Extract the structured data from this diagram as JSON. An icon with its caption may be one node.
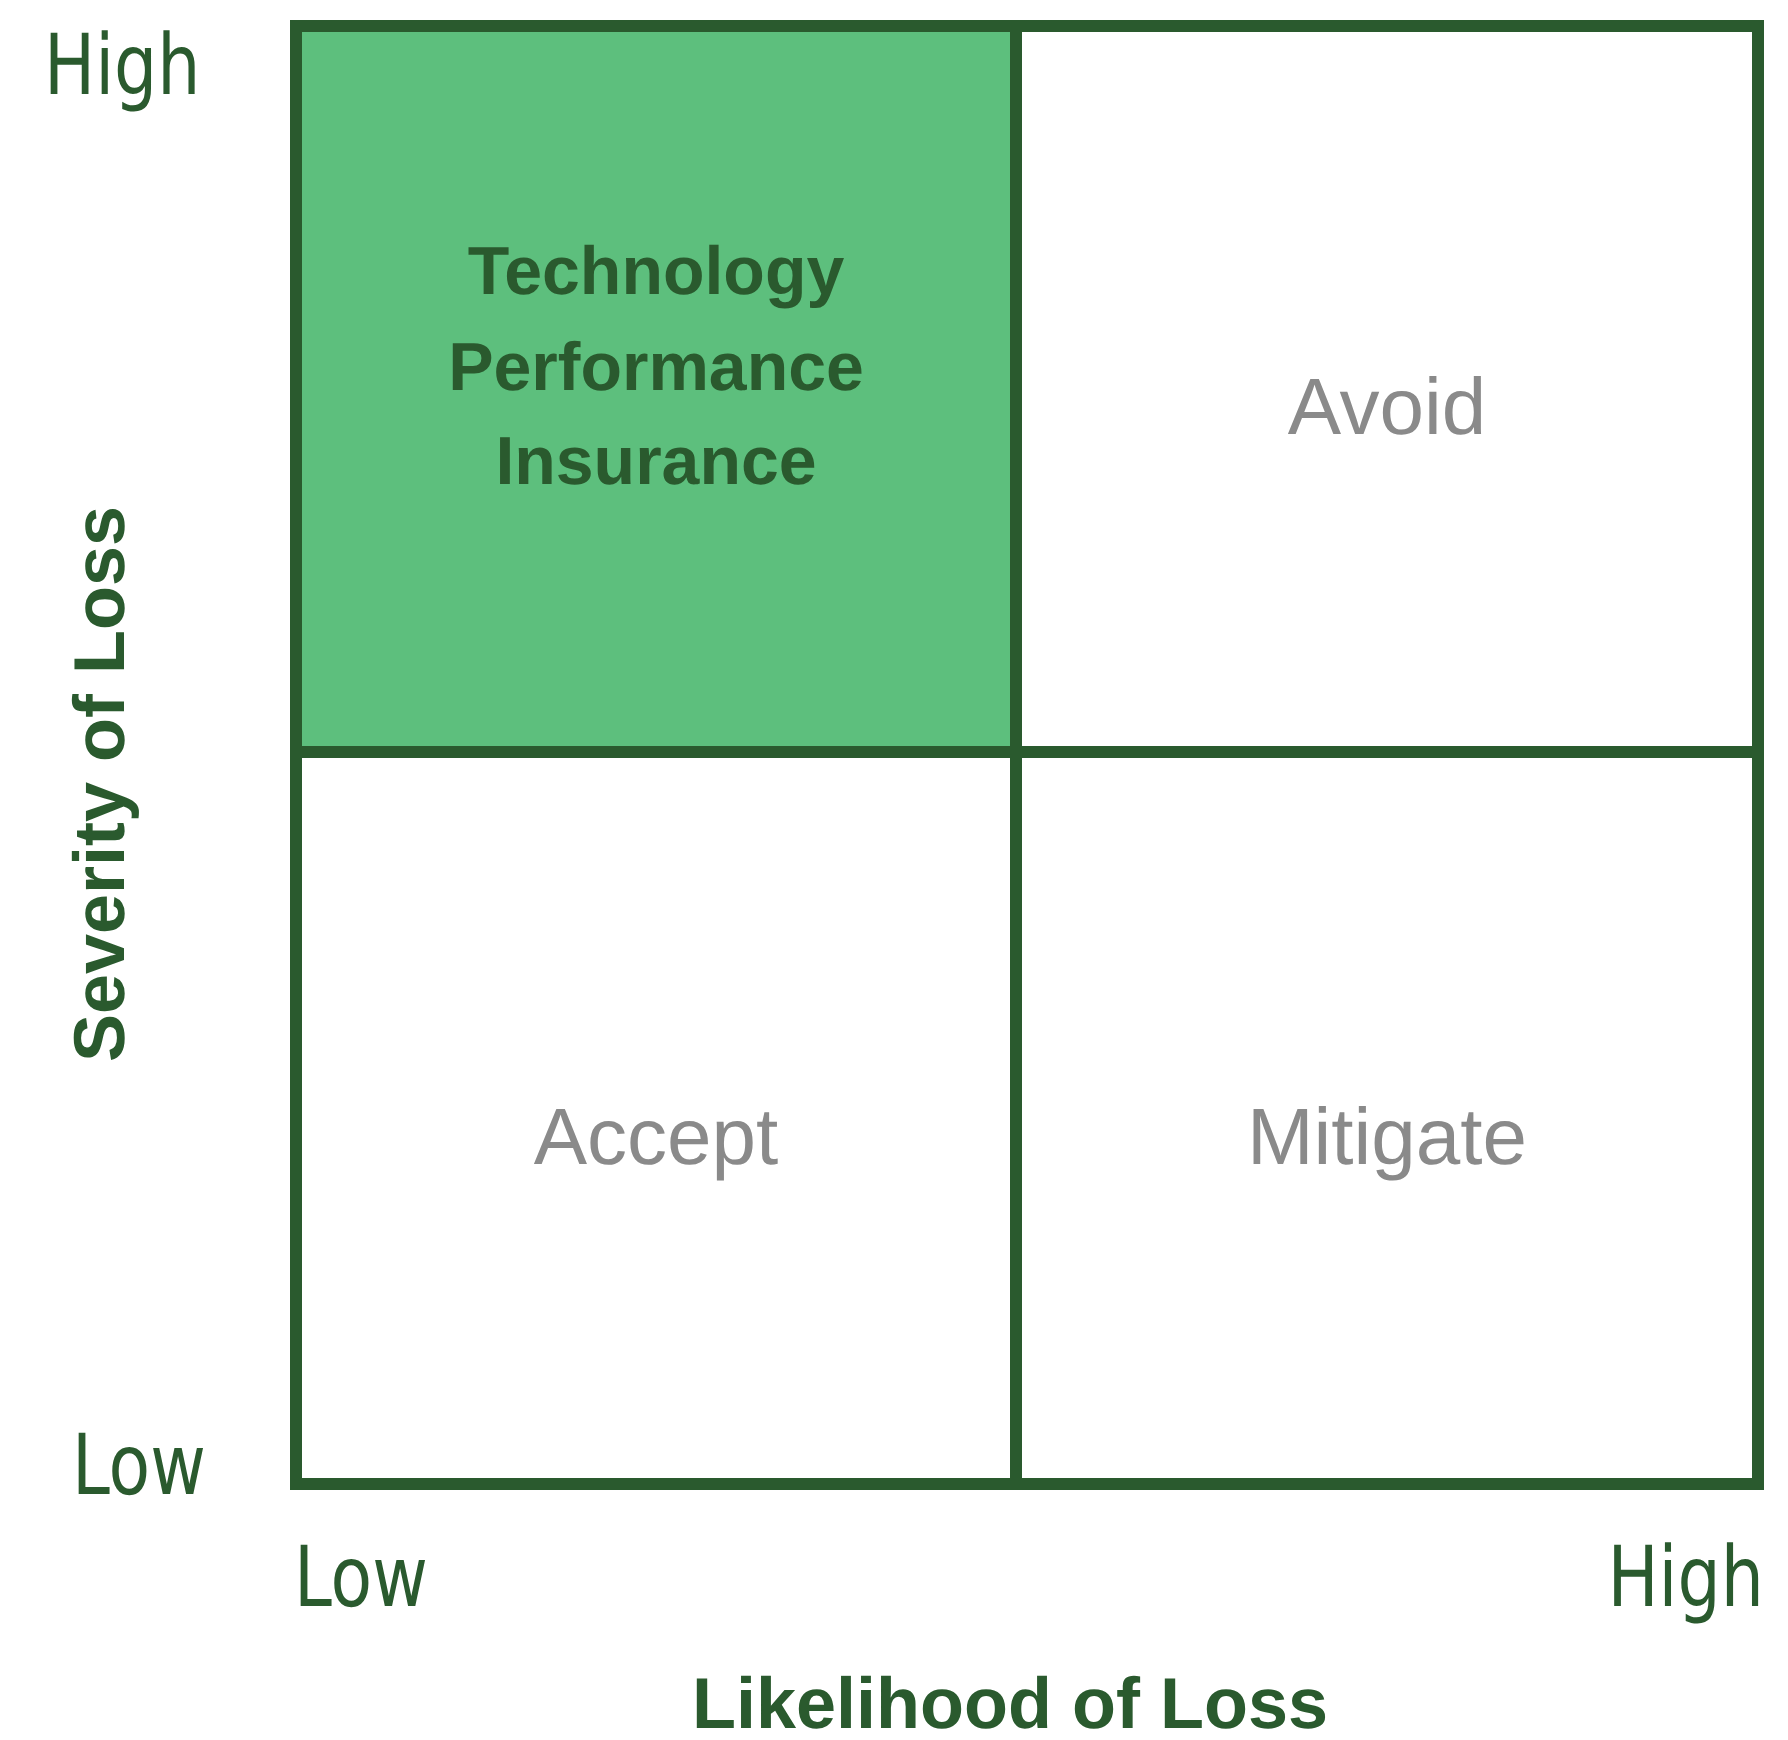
{
  "diagram": {
    "nodes": [
      {
        "text": [
          "Technology Performance Insurance"
        ]
      },
      {
        "text": [
          "Avoid"
        ]
      },
      {
        "text": [
          "Accept"
        ]
      },
      {
        "text": [
          "Mitigate"
        ]
      }
    ],
    "labels": [
      "High",
      "Severity of Loss",
      "Low",
      "Low",
      "High",
      "Likelihood of Loss"
    ]
  }
}
